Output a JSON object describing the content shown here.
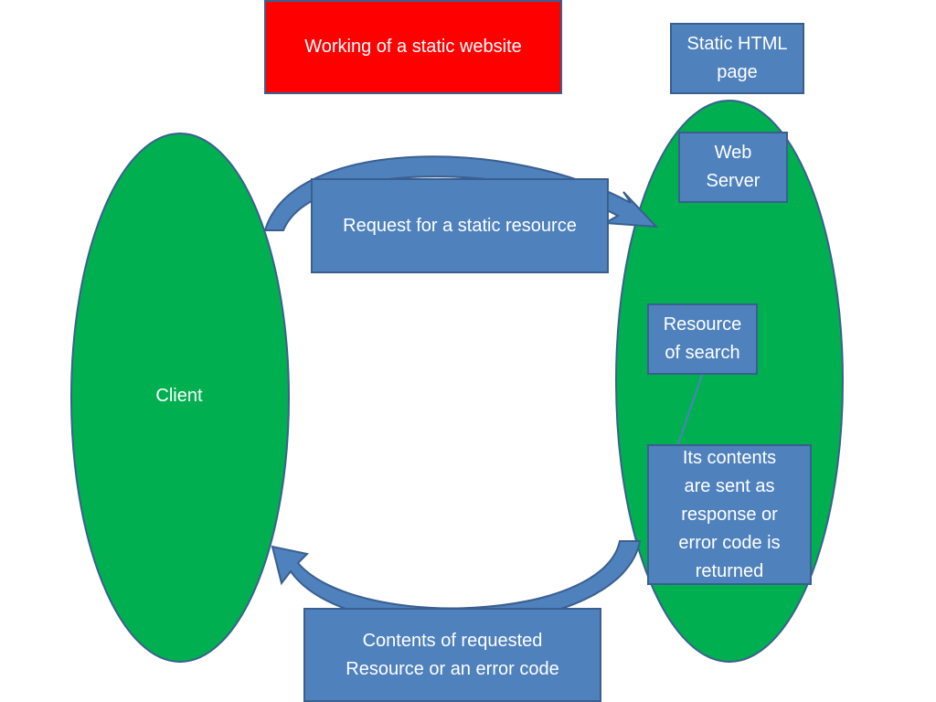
{
  "title": "Working of a static website",
  "client": {
    "label": "Client"
  },
  "server": {
    "static_page_label": "Static HTML\npage",
    "web_server_label": "Web\nServer",
    "resource_search_label": "Resource\nof search",
    "contents_sent_label": "Its contents\nare sent as\nresponse or\nerror code is\nreturned"
  },
  "request": {
    "label": "Request for a static resource"
  },
  "response": {
    "label": "Contents of requested\nResource or an error code"
  },
  "colors": {
    "title_fill": "#ff0000",
    "node_fill": "#00b050",
    "box_fill": "#4f81bd",
    "border": "#3a5f8f"
  }
}
